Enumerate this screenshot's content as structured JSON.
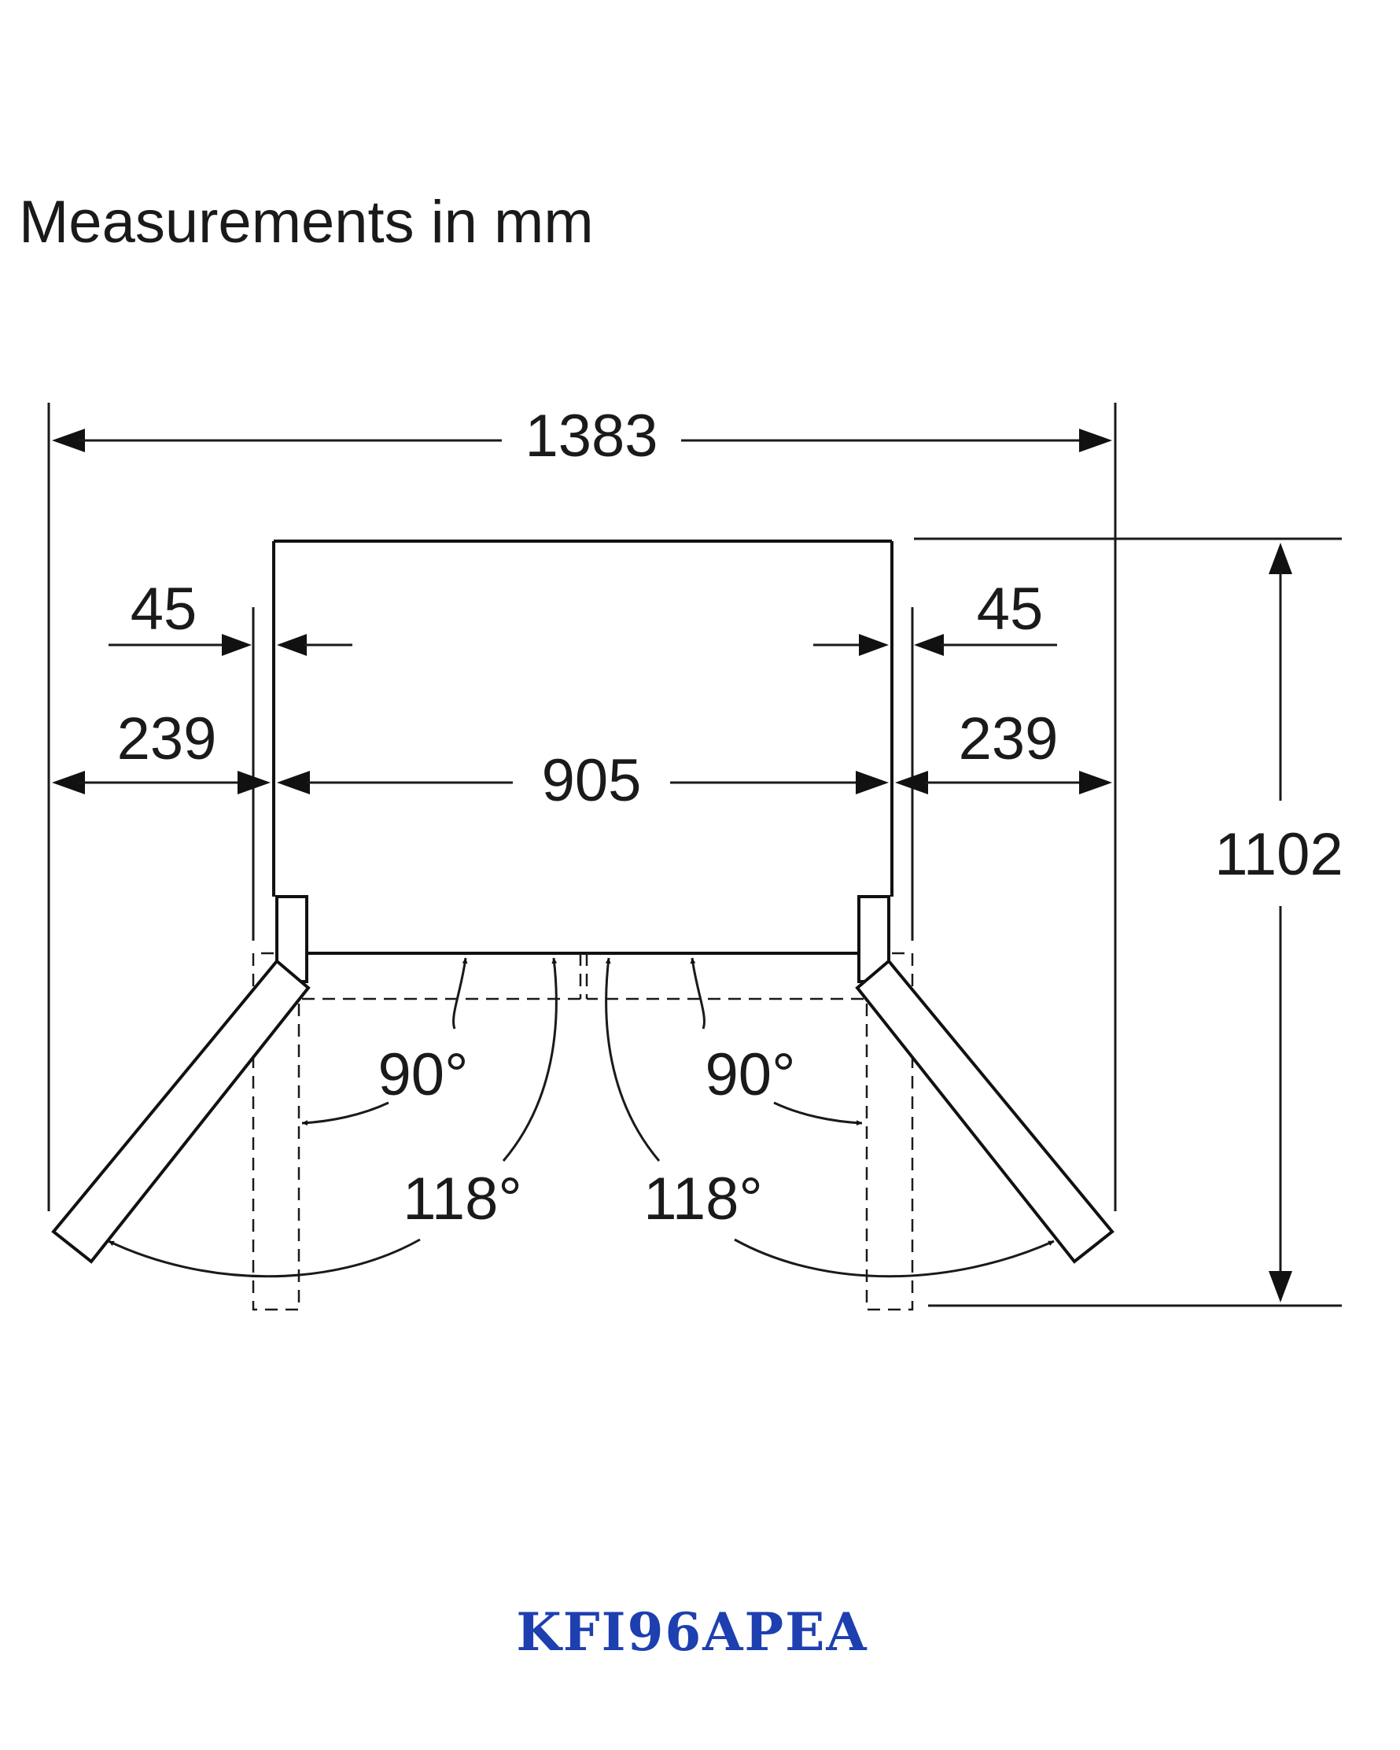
{
  "title": "Measurements in mm",
  "dimensions": {
    "total_width": "1383",
    "cabinet_width": "905",
    "depth": "1102",
    "left_side": "239",
    "right_side": "239",
    "left_offset": "45",
    "right_offset": "45"
  },
  "angles": {
    "left_90": "90°",
    "right_90": "90°",
    "left_118": "118°",
    "right_118": "118°"
  },
  "model": "KFI96APEA",
  "colors": {
    "line": "#1a1a1a",
    "model_text": "#1d3fb0",
    "background": "#ffffff"
  }
}
